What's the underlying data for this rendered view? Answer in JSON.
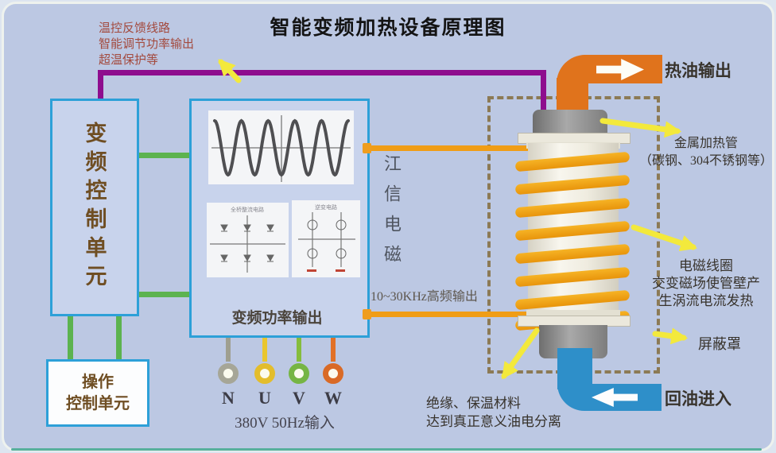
{
  "title": "智能变频加热设备原理图",
  "feedback_notes": "温控反馈线路\n智能调节功率输出\n超温保护等",
  "left_unit_label": "变频控制单元",
  "operation_unit_label": "操作\n控制单元",
  "inverter": {
    "output_label": "变频功率输出",
    "rectifier_label": "全桥整流电路",
    "inverter_label": "逆变电路"
  },
  "hf_output_label": "10~30KHz高频输出",
  "watermark": "江信电磁",
  "labels": {
    "hot_oil_out": "热油输出",
    "heater_tube": "金属加热管\n（碳钢、304不锈钢等）",
    "coil": "电磁线圈\n交变磁场使管壁产\n生涡流电流发热",
    "shield": "屏蔽罩",
    "oil_return": "回油进入",
    "insulation": "绝缘、保温材料\n达到真正意义油电分离"
  },
  "power_input": {
    "terminals": [
      {
        "label": "N",
        "color": "#9f9f90"
      },
      {
        "label": "U",
        "color": "#e9c62e"
      },
      {
        "label": "V",
        "color": "#85bd3d"
      },
      {
        "label": "W",
        "color": "#e27127"
      }
    ],
    "spec": "380V  50Hz输入"
  },
  "colors": {
    "background": "#bcc8e3",
    "box_border": "#2da0d8",
    "feedback_line": "#8e0d8e",
    "control_line_green": "#5cb34f",
    "hf_line_orange": "#f09d16",
    "hot_pipe": "#e0731c",
    "cold_pipe": "#2e8fc9",
    "shield_dash": "#8c7a55",
    "annotation_arrow": "#f3e93c",
    "notes_red": "#a34a3e"
  }
}
